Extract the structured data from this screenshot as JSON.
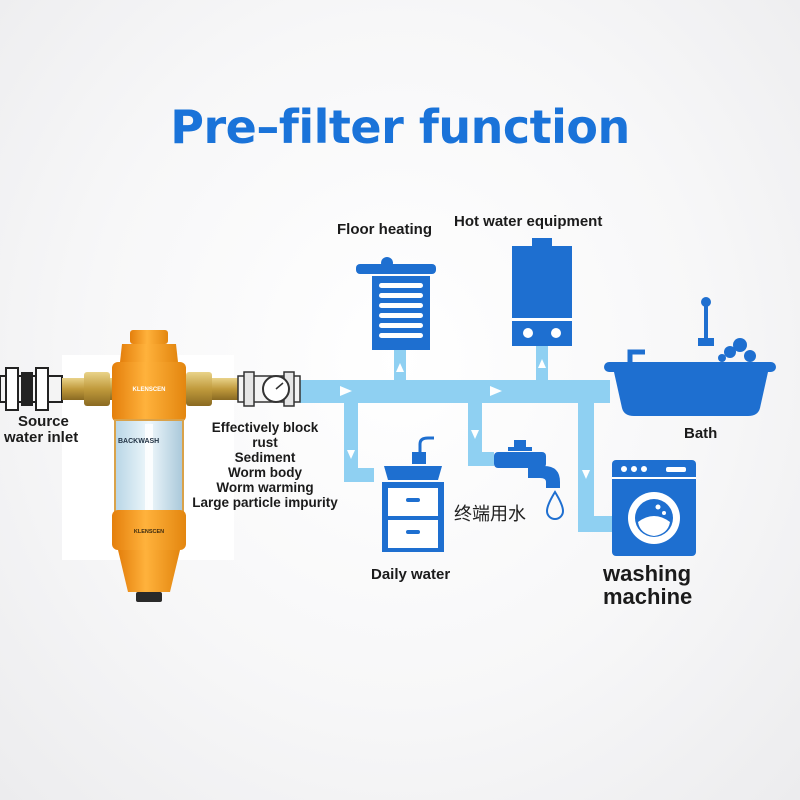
{
  "title": "Pre–filter function",
  "labels": {
    "floor_heating": "Floor heating",
    "hot_water_equipment": "Hot water equipment",
    "bath": "Bath",
    "daily_water": "Daily water",
    "terminal_water": "终端用水",
    "washing_machine_1": "washing",
    "washing_machine_2": "machine",
    "source_inlet_1": "Source",
    "source_inlet_2": "water inlet"
  },
  "block_list": {
    "heading": "Effectively block",
    "items": [
      "rust",
      "Sediment",
      "Worm body",
      "Worm warming",
      "Large particle impurity"
    ]
  },
  "filter": {
    "brand": "KLENSCEN",
    "body_label": "BACKWASH",
    "bottom_label": "KLENSCEN"
  },
  "colors": {
    "title": "#1a73d9",
    "pipe": "#8fd0f2",
    "icon": "#1e6fd0",
    "filter_orange": "#f59a1b",
    "brass": "#c9a74a"
  }
}
